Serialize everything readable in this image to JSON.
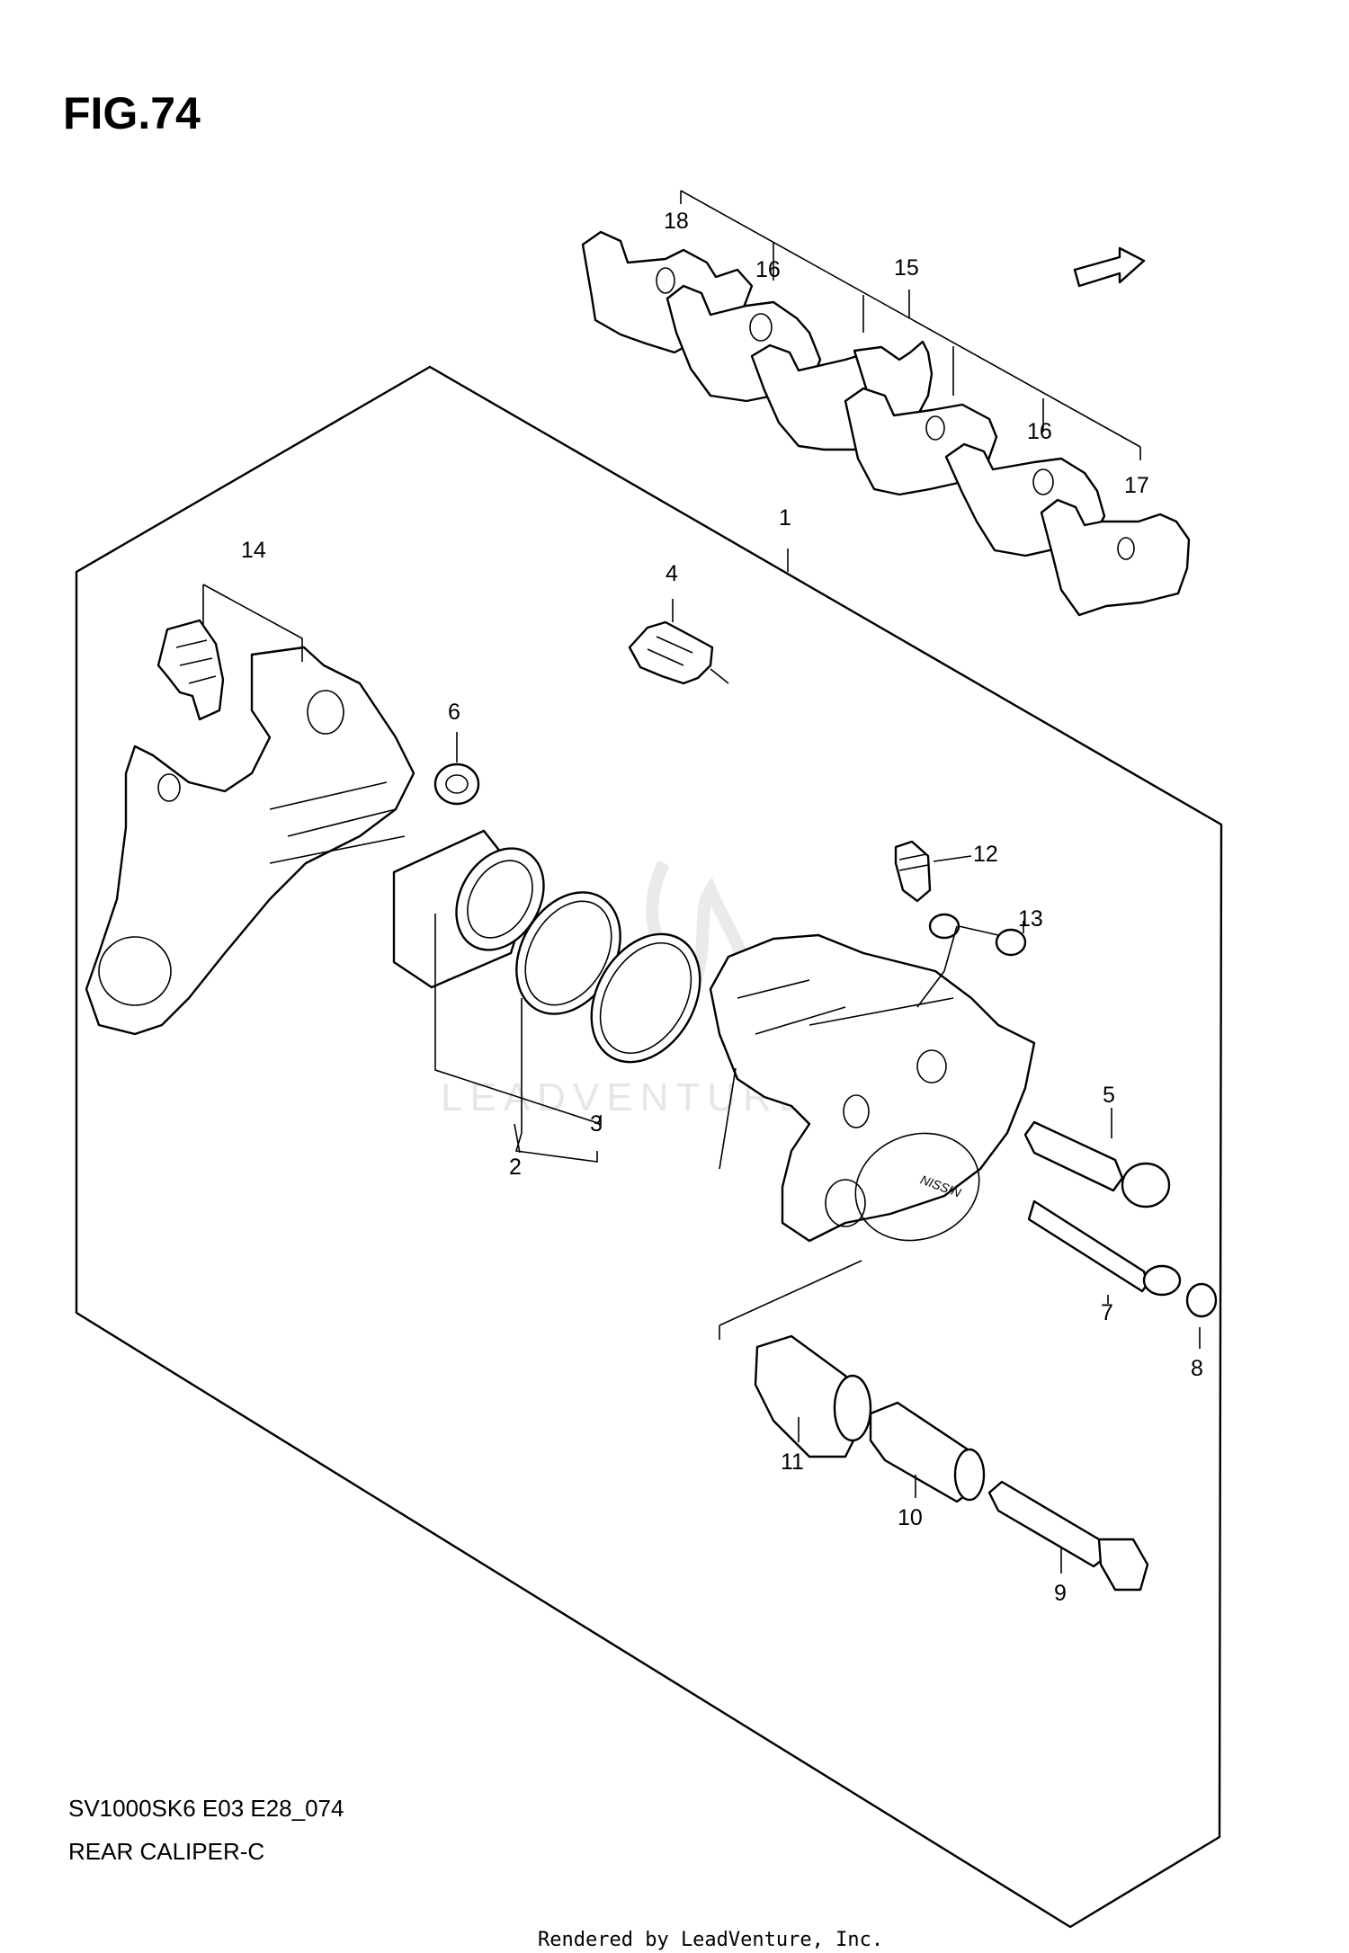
{
  "figure": {
    "title": "FIG.74",
    "model_code": "SV1000SK6 E03 E28_074",
    "section_name": "REAR CALIPER-C",
    "rendered_by": "Rendered by LeadVenture, Inc.",
    "forward_marker": "FWD",
    "watermark": "LEADVENTURE"
  },
  "callouts": {
    "c1": "1",
    "c2": "2",
    "c3": "3",
    "c4": "4",
    "c5": "5",
    "c6": "6",
    "c7": "7",
    "c8": "8",
    "c9": "9",
    "c10": "10",
    "c11": "11",
    "c12": "12",
    "c13": "13",
    "c14": "14",
    "c15": "15",
    "c16a": "16",
    "c16b": "16",
    "c17": "17",
    "c18": "18"
  }
}
